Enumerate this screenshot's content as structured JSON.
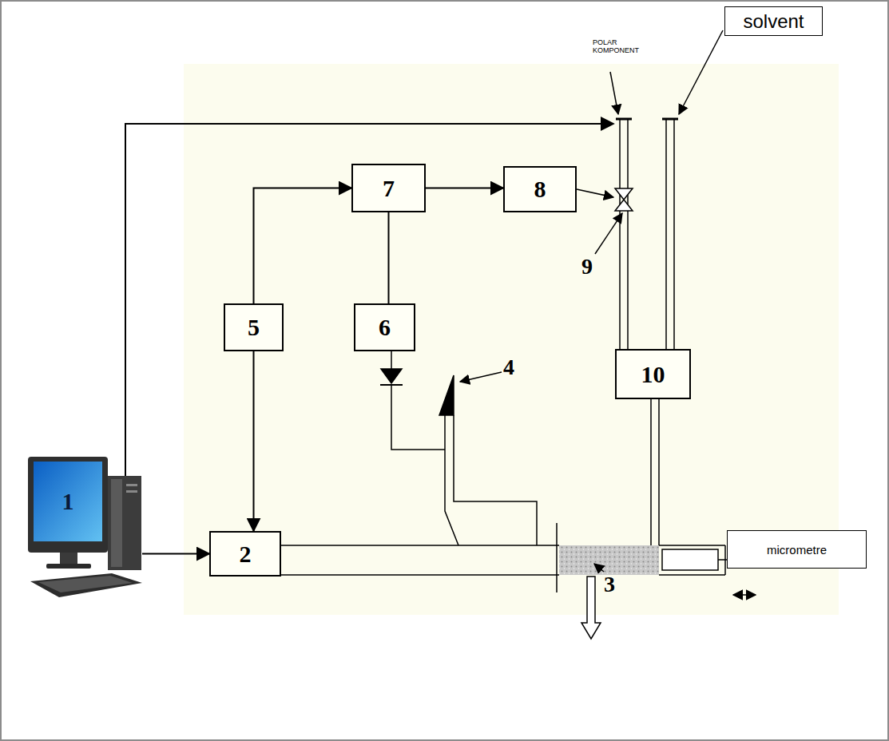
{
  "diagram": {
    "nodes": [
      {
        "text": [
          "solvent"
        ]
      },
      {
        "text": [
          "7"
        ]
      },
      {
        "text": [
          "8"
        ]
      },
      {
        "text": [
          "5"
        ]
      },
      {
        "text": [
          "6"
        ]
      },
      {
        "text": [
          "10"
        ]
      },
      {
        "text": [
          "1"
        ]
      },
      {
        "text": [
          "2"
        ]
      },
      {
        "text": [
          "micrometre"
        ]
      }
    ],
    "edges": [
      {
        "from": 6,
        "to": 7,
        "arrow": "to"
      },
      {
        "from": 3,
        "to": 7,
        "arrow": "to"
      },
      {
        "from": 3,
        "to": 1,
        "arrow": "to"
      },
      {
        "from": 1,
        "to": 2,
        "arrow": "to"
      },
      {
        "from": 1,
        "to": 4,
        "arrow": "none"
      }
    ],
    "labels": [
      "POLAR KOMPONENT",
      "9",
      "4",
      "3"
    ]
  }
}
